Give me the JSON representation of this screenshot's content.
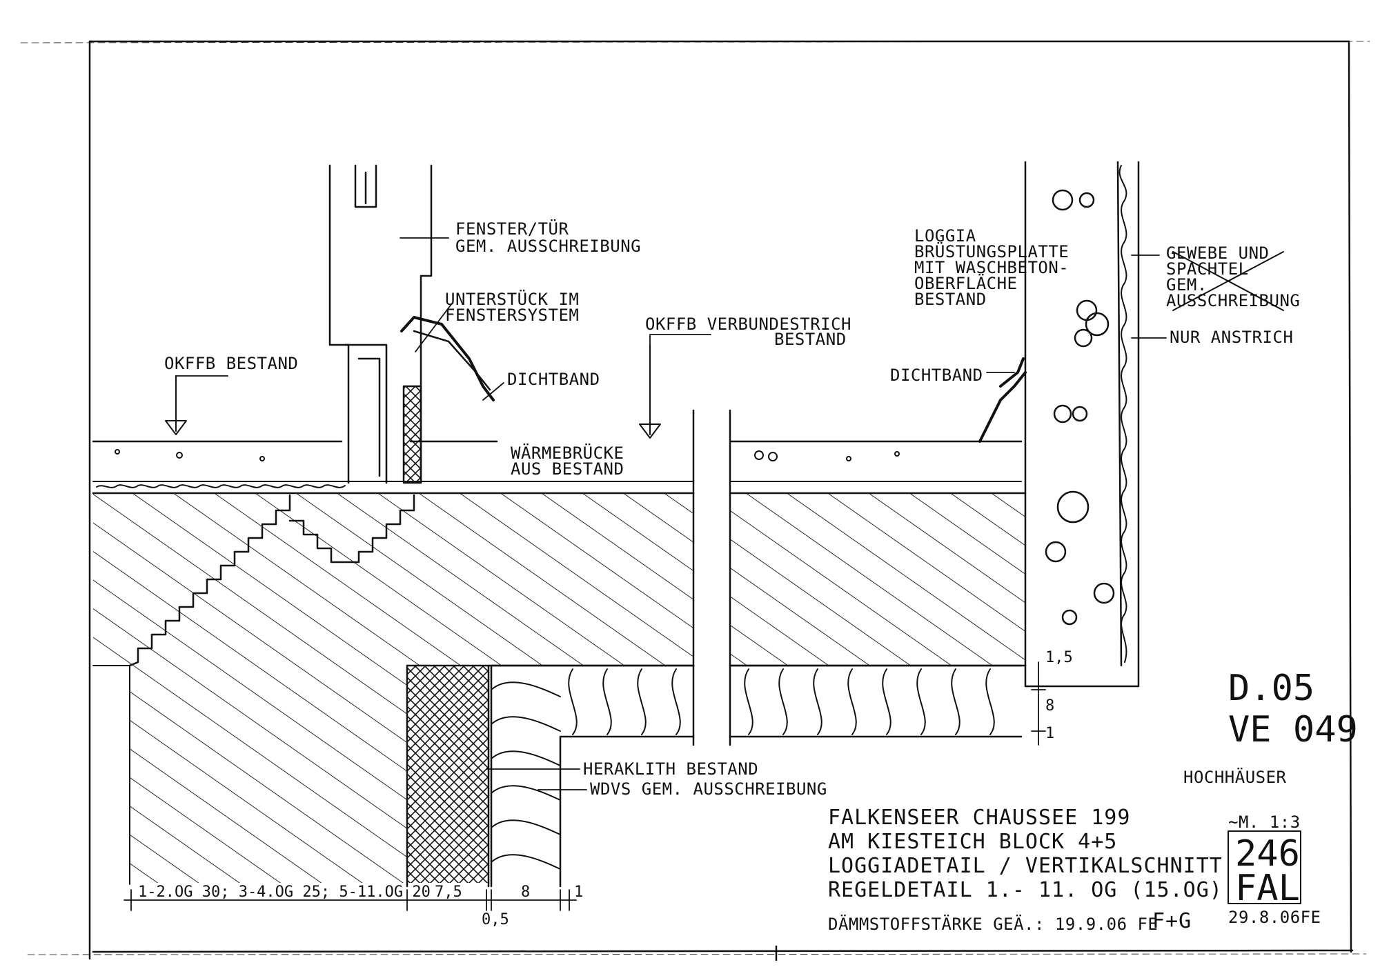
{
  "labels": {
    "fenster_1": "FENSTER/TÜR",
    "fenster_2": "GEM. AUSSCHREIBUNG",
    "unterstueck_1": "UNTERSTÜCK IM",
    "unterstueck_2": "FENSTERSYSTEM",
    "okffb_verbund_1": "OKFFB VERBUNDESTRICH",
    "okffb_verbund_2": "BESTAND",
    "okffb_bestand": "OKFFB BESTAND",
    "dichtband_left": "DICHTBAND",
    "dichtband_right": "DICHTBAND",
    "waermebruecke_1": "WÄRMEBRÜCKE",
    "waermebruecke_2": "AUS BESTAND",
    "loggia_1": "LOGGIA",
    "loggia_2": "BRÜSTUNGSPLATTE",
    "loggia_3": "MIT WASCHBETON-",
    "loggia_4": "OBERFLÄCHE",
    "loggia_5": "BESTAND",
    "gewebe_1": "GEWEBE UND",
    "gewebe_2": "SPACHTEL",
    "gewebe_3": "GEM.",
    "gewebe_4": "AUSSCHREIBUNG",
    "nur_anstrich": "NUR ANSTRICH",
    "heraklith": "HERAKLITH BESTAND",
    "wdvs": "WDVS GEM. AUSSCHREIBUNG"
  },
  "title_block": {
    "line1": "FALKENSEER CHAUSSEE 199",
    "line2": "AM KIESTEICH BLOCK 4+5",
    "line3": "LOGGIADETAIL / VERTIKALSCHNITT",
    "line4": "REGELDETAIL 1.- 11. OG (15.OG)",
    "daemmstoff": "DÄMMSTOFFSTÄRKE GEÄ.: 19.9.06 FE",
    "fg": "F+G",
    "scale": "~M. 1:3",
    "sheet_number": "246",
    "sheet_code": "FAL",
    "sheet_date": "29.8.06FE",
    "detail_id": "D.05",
    "detail_ref": "VE 049",
    "category": "HOCHHÄUSER"
  },
  "dimensions": {
    "d1": "1-2.OG 30; 3-4.OG 25; 5-11.OG 20",
    "d2": "7,5",
    "d3": "0,5",
    "d4": "8",
    "d5": "1",
    "v1": "1,5",
    "v2": "8",
    "v3": "1"
  }
}
